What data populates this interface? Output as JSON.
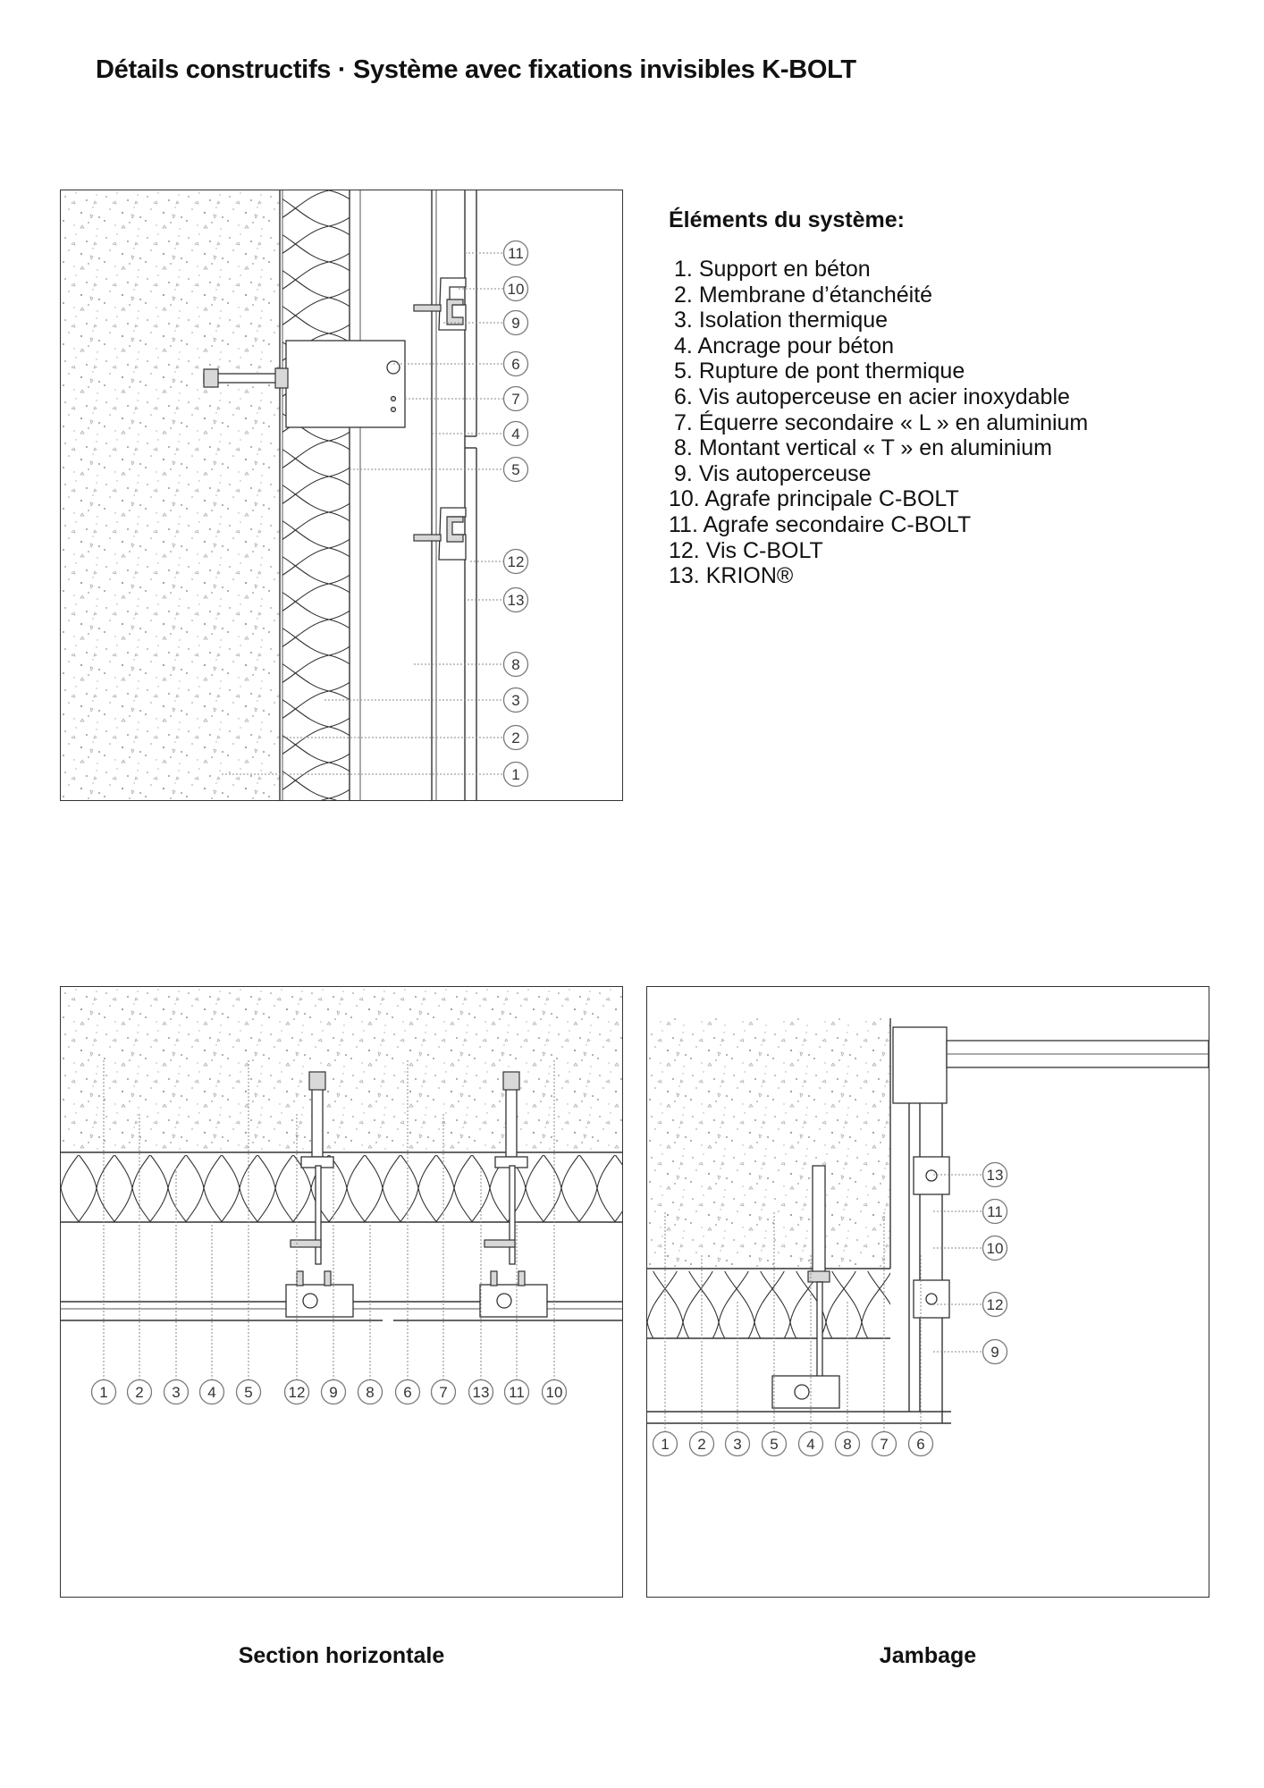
{
  "title": "Détails constructifs · Système avec fixations invisibles K-BOLT",
  "legend": {
    "heading": "Éléments du système:",
    "items": [
      {
        "num": "1.",
        "label": "Support en béton"
      },
      {
        "num": "2.",
        "label": "Membrane d’étanchéité"
      },
      {
        "num": "3.",
        "label": "Isolation thermique"
      },
      {
        "num": "4.",
        "label": "Ancrage pour béton"
      },
      {
        "num": "5.",
        "label": "Rupture de pont thermique"
      },
      {
        "num": "6.",
        "label": "Vis autoperceuse en acier inoxydable"
      },
      {
        "num": "7.",
        "label": "Équerre secondaire « L » en aluminium"
      },
      {
        "num": "8.",
        "label": "Montant vertical « T » en aluminium"
      },
      {
        "num": "9.",
        "label": "Vis autoperceuse"
      },
      {
        "num": "10.",
        "label": "Agrafe principale C-BOLT"
      },
      {
        "num": "11.",
        "label": "Agrafe secondaire C-BOLT"
      },
      {
        "num": "12.",
        "label": "Vis C-BOLT"
      },
      {
        "num": "13.",
        "label": "KRION®"
      }
    ]
  },
  "captions": {
    "horizontal": "Section horizontale",
    "jambage": "Jambage"
  },
  "vertical_section_callouts": [
    "11",
    "10",
    "9",
    "6",
    "7",
    "4",
    "5",
    "12",
    "13",
    "8",
    "3",
    "2",
    "1"
  ],
  "horizontal_section_callouts": [
    "1",
    "2",
    "3",
    "4",
    "5",
    "12",
    "9",
    "8",
    "6",
    "7",
    "13",
    "11",
    "10"
  ],
  "jambage_bottom_callouts": [
    "1",
    "2",
    "3",
    "5",
    "4",
    "8",
    "7",
    "6"
  ],
  "jambage_side_callouts": [
    "13",
    "11",
    "10",
    "12",
    "9"
  ],
  "colors": {
    "line": "#333333",
    "callout_stroke": "#7a7a7a",
    "concrete_speckle": "#9a9a9a"
  }
}
